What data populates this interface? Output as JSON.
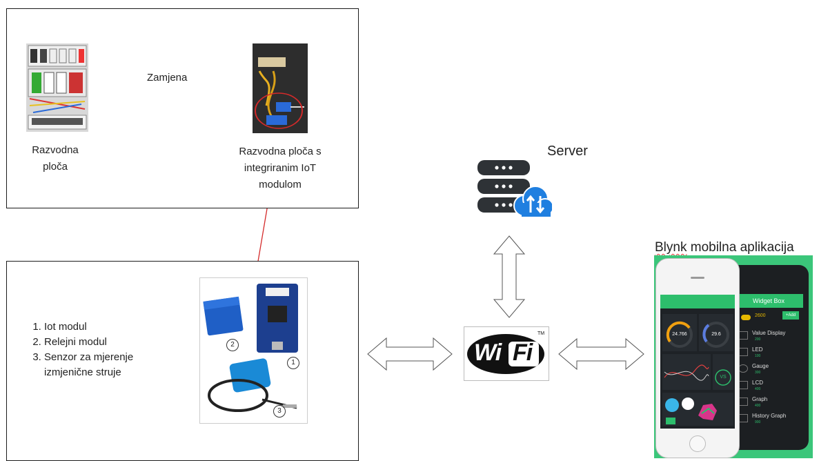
{
  "top_box": {
    "panel_label": "Razvodna ploča",
    "arrow_label": "Zamjena",
    "iot_panel_label": "Razvodna ploča s integriranim IoT modulom"
  },
  "bottom_box": {
    "list": [
      "Iot modul",
      "Relejni modul",
      "Senzor za mjerenje izmjenične struje"
    ],
    "photo_markers": [
      "1",
      "2",
      "3"
    ]
  },
  "server": {
    "label": "Server",
    "icon": "database-cloud-icon"
  },
  "wifi": {
    "logo_left": "Wi",
    "logo_right": "Fi",
    "tm": "TM"
  },
  "app": {
    "title_word1": "Blynk",
    "title_rest": " mobilna aplikacija",
    "widget_box": {
      "header": "Widget Box",
      "energy": "2600",
      "add_label": "+Add",
      "items": [
        {
          "name": "Value Display",
          "cost": "200"
        },
        {
          "name": "LED",
          "cost": "100"
        },
        {
          "name": "Gauge",
          "cost": "300"
        },
        {
          "name": "LCD",
          "cost": "400"
        },
        {
          "name": "Graph",
          "cost": "400"
        },
        {
          "name": "History Graph",
          "cost": "900"
        }
      ]
    },
    "phone_gauges": [
      "24.766",
      "29.6"
    ],
    "phone_button": "VS"
  },
  "colors": {
    "red_connector": "#d42a2a",
    "blynk_green": "#2dbe6c",
    "wifi_black": "#111111"
  }
}
